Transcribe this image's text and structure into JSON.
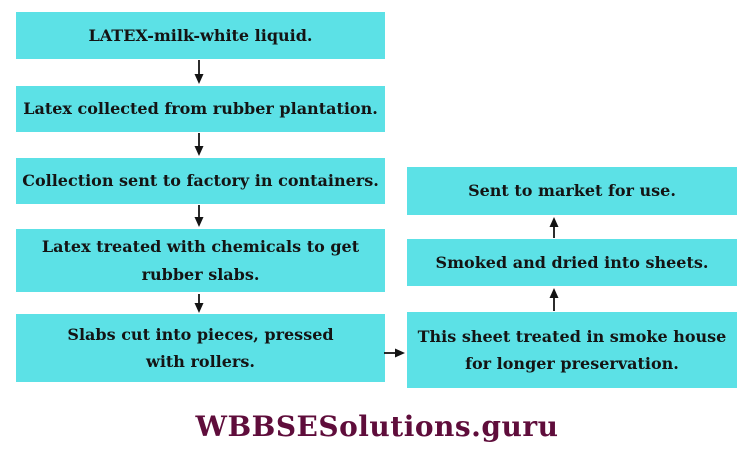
{
  "flowchart": {
    "title_semantic": "rubber-processing-flowchart",
    "left_column": [
      {
        "label": "LATEX-milk-white liquid."
      },
      {
        "label": "Latex collected from rubber plantation."
      },
      {
        "label": "Collection sent to factory in containers."
      },
      {
        "label": "Latex treated with chemicals to get\nrubber slabs."
      },
      {
        "label": "Slabs cut into pieces, pressed\nwith rollers."
      }
    ],
    "right_column": [
      {
        "label": "Sent to market for use."
      },
      {
        "label": "Smoked and dried into sheets."
      },
      {
        "label": "This sheet treated in smoke house\nfor longer preservation."
      }
    ],
    "arrows": {
      "down_count": 4,
      "up_count": 2,
      "right_count": 1
    }
  },
  "watermark": {
    "text": "WBBSESolutions.guru"
  },
  "colors": {
    "box_fill": "#5CE1E6",
    "box_text": "#141414",
    "arrow": "#141414",
    "watermark": "#5F0D3B",
    "background": "#FFFFFF"
  }
}
